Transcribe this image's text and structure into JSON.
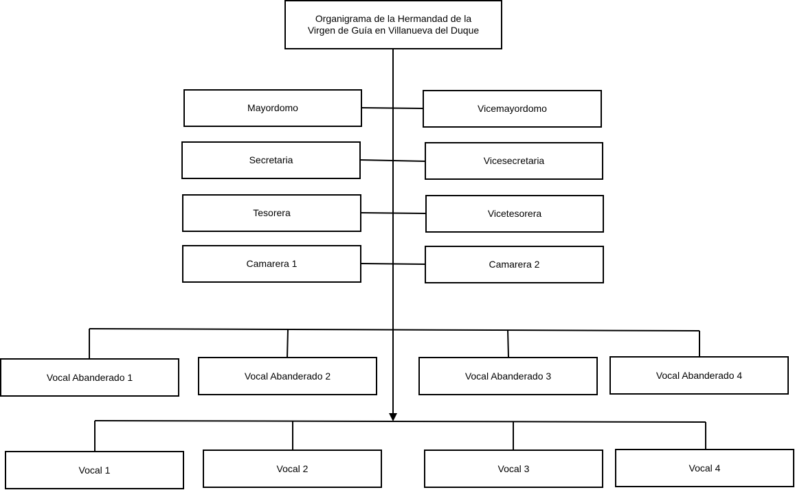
{
  "title": "Organigrama de la Hermandad de la\nVirgen  de Guía en Villanueva del Duque",
  "officers": {
    "left": [
      "Mayordomo",
      "Secretaria",
      "Tesorera",
      "Camarera 1"
    ],
    "right": [
      "Vicemayordomo",
      "Vicesecretaria",
      "Vicetesorera",
      "Camarera 2"
    ]
  },
  "vocales_abanderados": [
    "Vocal Abanderado 1",
    "Vocal Abanderado 2",
    "Vocal Abanderado 3",
    "Vocal Abanderado 4"
  ],
  "vocales": [
    "Vocal  1",
    "Vocal 2",
    "Vocal 3",
    "Vocal 4"
  ]
}
